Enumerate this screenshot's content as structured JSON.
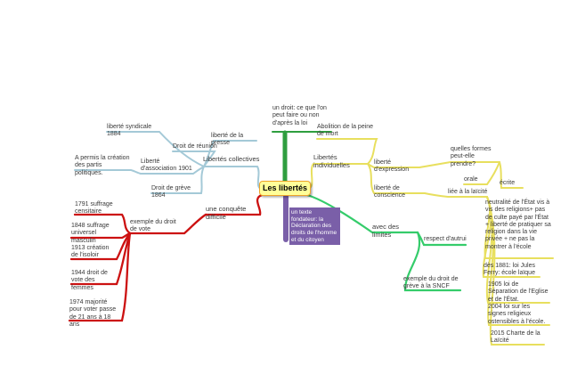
{
  "map": {
    "center": {
      "label": "Les libertés",
      "bg": "#ffff99",
      "border": "#eea429"
    },
    "definition": {
      "label": "un droit: ce que l'on peut faire ou non d'après la loi",
      "color": "#2f9e3f"
    },
    "texte": {
      "label": "un texte fondateur: la Déclaration des droits de l'homme et du citoyen",
      "color": "#7a5fa8",
      "text_color": "#ffffff"
    },
    "collectives": {
      "label": "Libertés collectives",
      "color": "#a4c9d7",
      "children": {
        "syndicale": {
          "label": "liberté syndicale 1884"
        },
        "reunion": {
          "label": "Droit de réunion"
        },
        "association": {
          "label": "Liberté d'association 1901",
          "children": {
            "partis": {
              "label": "A permis la création des partis politiques."
            }
          }
        },
        "presse": {
          "label": "liberté de la presse"
        },
        "greve": {
          "label": "Droit de grève 1864"
        }
      }
    },
    "individuelles": {
      "label": "Libertés individuelles",
      "color": "#e8df5e",
      "children": {
        "abolition": {
          "label": "Abolition de la peine de mort"
        },
        "expression": {
          "label": "liberté d'expression",
          "children": {
            "formes": {
              "label": "quelles formes peut-elle prendre?",
              "children": {
                "orale": {
                  "label": "orale"
                },
                "ecrite": {
                  "label": "écrite"
                }
              }
            }
          }
        },
        "conscience": {
          "label": "liberté de conscience",
          "children": {
            "laicite": {
              "label": "liée à la laïcité",
              "children": {
                "neutralite": {
                  "label": "neutralité de l'État vis à vis des religions+ pas de culte payé par l'État + liberté de pratiquer sa religion dans la vie privée + ne pas la montrer à l'école"
                },
                "ferry": {
                  "label": "dès 1881: loi Jules Ferry: école laïque"
                },
                "separation": {
                  "label": "1905 loi de Séparation de l'Eglise et de l'État."
                },
                "signes": {
                  "label": "2004 loi sur les signes religieux ostensibles à l'école."
                },
                "charte": {
                  "label": "2015 Charte de la Laïcité"
                }
              }
            }
          }
        }
      }
    },
    "limites": {
      "label": "avec des limites",
      "color": "#35cc6b",
      "children": {
        "respect": {
          "label": "respect d'autrui"
        },
        "sncf": {
          "label": "exemple du droit de grève à la SNCF"
        }
      }
    },
    "conquete": {
      "label": "une conquête difficile",
      "color": "#cc1111",
      "children": {
        "vote": {
          "label": "exemple du droit de vote",
          "children": {
            "c1791": {
              "label": "1791 suffrage censitaire"
            },
            "c1848": {
              "label": "1848 suffrage universel masculin"
            },
            "c1913": {
              "label": "1913 création de l'isoloir"
            },
            "c1944": {
              "label": "1944 droit de vote des femmes"
            },
            "c1974": {
              "label": "1974 majorité pour voter passe de 21 ans à 18 ans"
            }
          }
        }
      }
    }
  }
}
